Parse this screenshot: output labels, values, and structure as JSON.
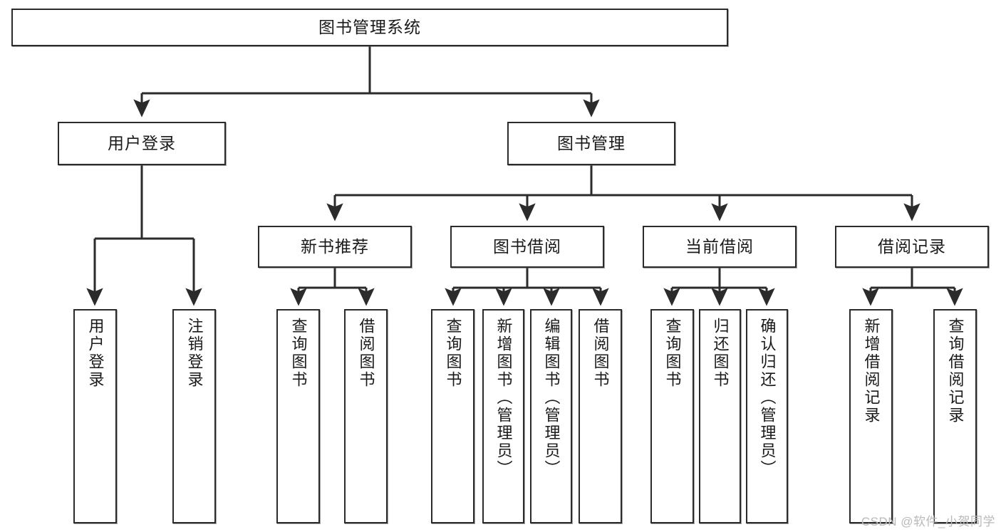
{
  "diagram": {
    "type": "tree-hierarchy",
    "title": "图书管理系统",
    "colors": {
      "stroke": "#2b2b2b",
      "fill": "#ffffff",
      "text": "#1a1a1a",
      "watermark": "#b9b9b9"
    },
    "nodes": {
      "root": {
        "label": "图书管理系统",
        "orientation": "horizontal"
      },
      "level2": [
        {
          "id": "user-login",
          "label": "用户登录",
          "orientation": "horizontal"
        },
        {
          "id": "book-management",
          "label": "图书管理",
          "orientation": "horizontal"
        }
      ],
      "level3": [
        {
          "id": "new-book-recommend",
          "label": "新书推荐",
          "orientation": "horizontal"
        },
        {
          "id": "book-borrow",
          "label": "图书借阅",
          "orientation": "horizontal"
        },
        {
          "id": "current-borrow",
          "label": "当前借阅",
          "orientation": "horizontal"
        },
        {
          "id": "borrow-record",
          "label": "借阅记录",
          "orientation": "horizontal"
        }
      ],
      "leaves": [
        {
          "id": "leaf-user-login",
          "parent": "user-login",
          "label": "用户登录",
          "orientation": "vertical"
        },
        {
          "id": "leaf-logout",
          "parent": "user-login",
          "label": "注销登录",
          "orientation": "vertical"
        },
        {
          "id": "leaf-query-book-1",
          "parent": "new-book-recommend",
          "label": "查询图书",
          "orientation": "vertical"
        },
        {
          "id": "leaf-borrow-book-1",
          "parent": "new-book-recommend",
          "label": "借阅图书",
          "orientation": "vertical"
        },
        {
          "id": "leaf-query-book-2",
          "parent": "book-borrow",
          "label": "查询图书",
          "orientation": "vertical"
        },
        {
          "id": "leaf-add-book",
          "parent": "book-borrow",
          "label": "新增图书（管理员）",
          "orientation": "vertical"
        },
        {
          "id": "leaf-edit-book",
          "parent": "book-borrow",
          "label": "编辑图书（管理员）",
          "orientation": "vertical"
        },
        {
          "id": "leaf-borrow-book-2",
          "parent": "book-borrow",
          "label": "借阅图书",
          "orientation": "vertical"
        },
        {
          "id": "leaf-query-book-3",
          "parent": "current-borrow",
          "label": "查询图书",
          "orientation": "vertical"
        },
        {
          "id": "leaf-return-book",
          "parent": "current-borrow",
          "label": "归还图书",
          "orientation": "vertical"
        },
        {
          "id": "leaf-confirm-return",
          "parent": "current-borrow",
          "label": "确认归还（管理员）",
          "orientation": "vertical"
        },
        {
          "id": "leaf-add-record",
          "parent": "borrow-record",
          "label": "新增借阅记录",
          "orientation": "vertical"
        },
        {
          "id": "leaf-query-record",
          "parent": "borrow-record",
          "label": "查询借阅记录",
          "orientation": "vertical"
        }
      ]
    }
  },
  "watermark": {
    "text": "CSDN @软件_小贺同学"
  }
}
